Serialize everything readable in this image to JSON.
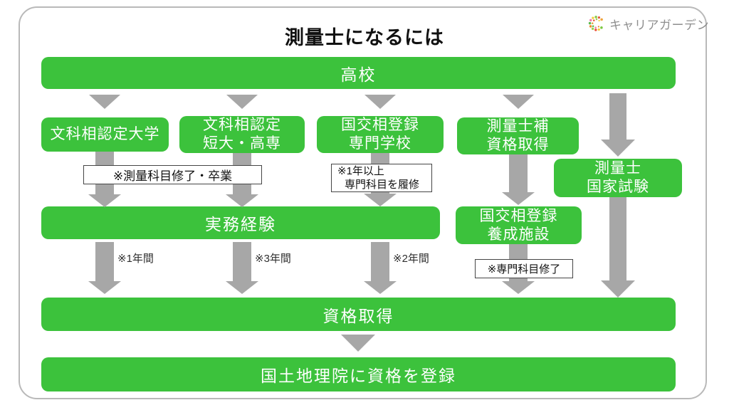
{
  "title": "測量士になるには",
  "logo": {
    "text": "キャリアガーデン"
  },
  "colors": {
    "green": "#3cc23c",
    "arrow": "#a7a7a7",
    "frame": "#b9b9b9",
    "note_border": "#454545",
    "logo_text": "#8e8e8e"
  },
  "flow": {
    "highschool": "高校",
    "university": "文科相認定大学",
    "junior_college": [
      "文科相認定",
      "短大・高専"
    ],
    "vocational_school": [
      "国交相登録",
      "専門学校"
    ],
    "surveyor_assistant": [
      "測量士補",
      "資格取得"
    ],
    "national_exam": [
      "測量士",
      "国家試験"
    ],
    "work_experience": "実務経験",
    "training_facility": [
      "国交相登録",
      "養成施設"
    ],
    "qualification": "資格取得",
    "registration": "国土地理院に資格を登録"
  },
  "notes": {
    "survey_subjects": "※測量科目修了・卒業",
    "one_year_l1": "※1年以上",
    "one_year_l2": "専門科目を履修",
    "specialized_completion": "※専門科目修了"
  },
  "durations": {
    "one_year": "※1年間",
    "three_years": "※3年間",
    "two_years": "※2年間"
  }
}
